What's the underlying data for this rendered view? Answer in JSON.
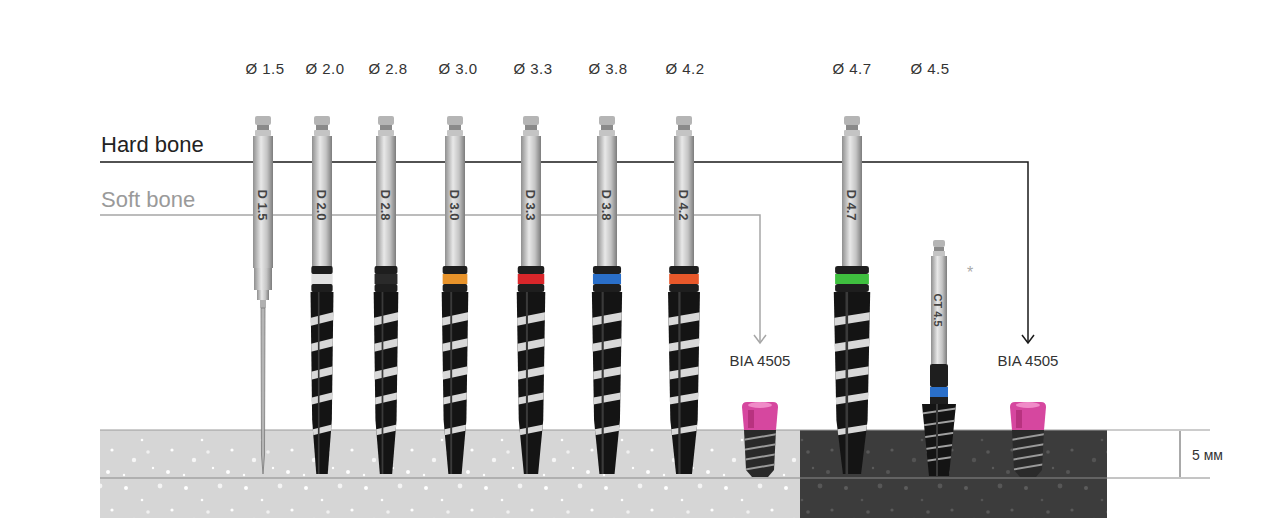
{
  "diagram": {
    "labels": [
      "Ø 1.5",
      "Ø 2.0",
      "Ø 2.8",
      "Ø 3.0",
      "Ø 3.3",
      "Ø 3.8",
      "Ø 4.2",
      "Ø 4.7",
      "Ø 4.5",
      "Hard bone",
      "Soft bone",
      "D 1.5",
      "D 2.0",
      "D 2.8",
      "D 3.0",
      "D 3.3",
      "D 3.8",
      "D 4.2",
      "D 4.7",
      "*",
      "CT 4.5",
      "BIA 4505",
      "BIA 4505",
      "5 мм"
    ]
  }
}
